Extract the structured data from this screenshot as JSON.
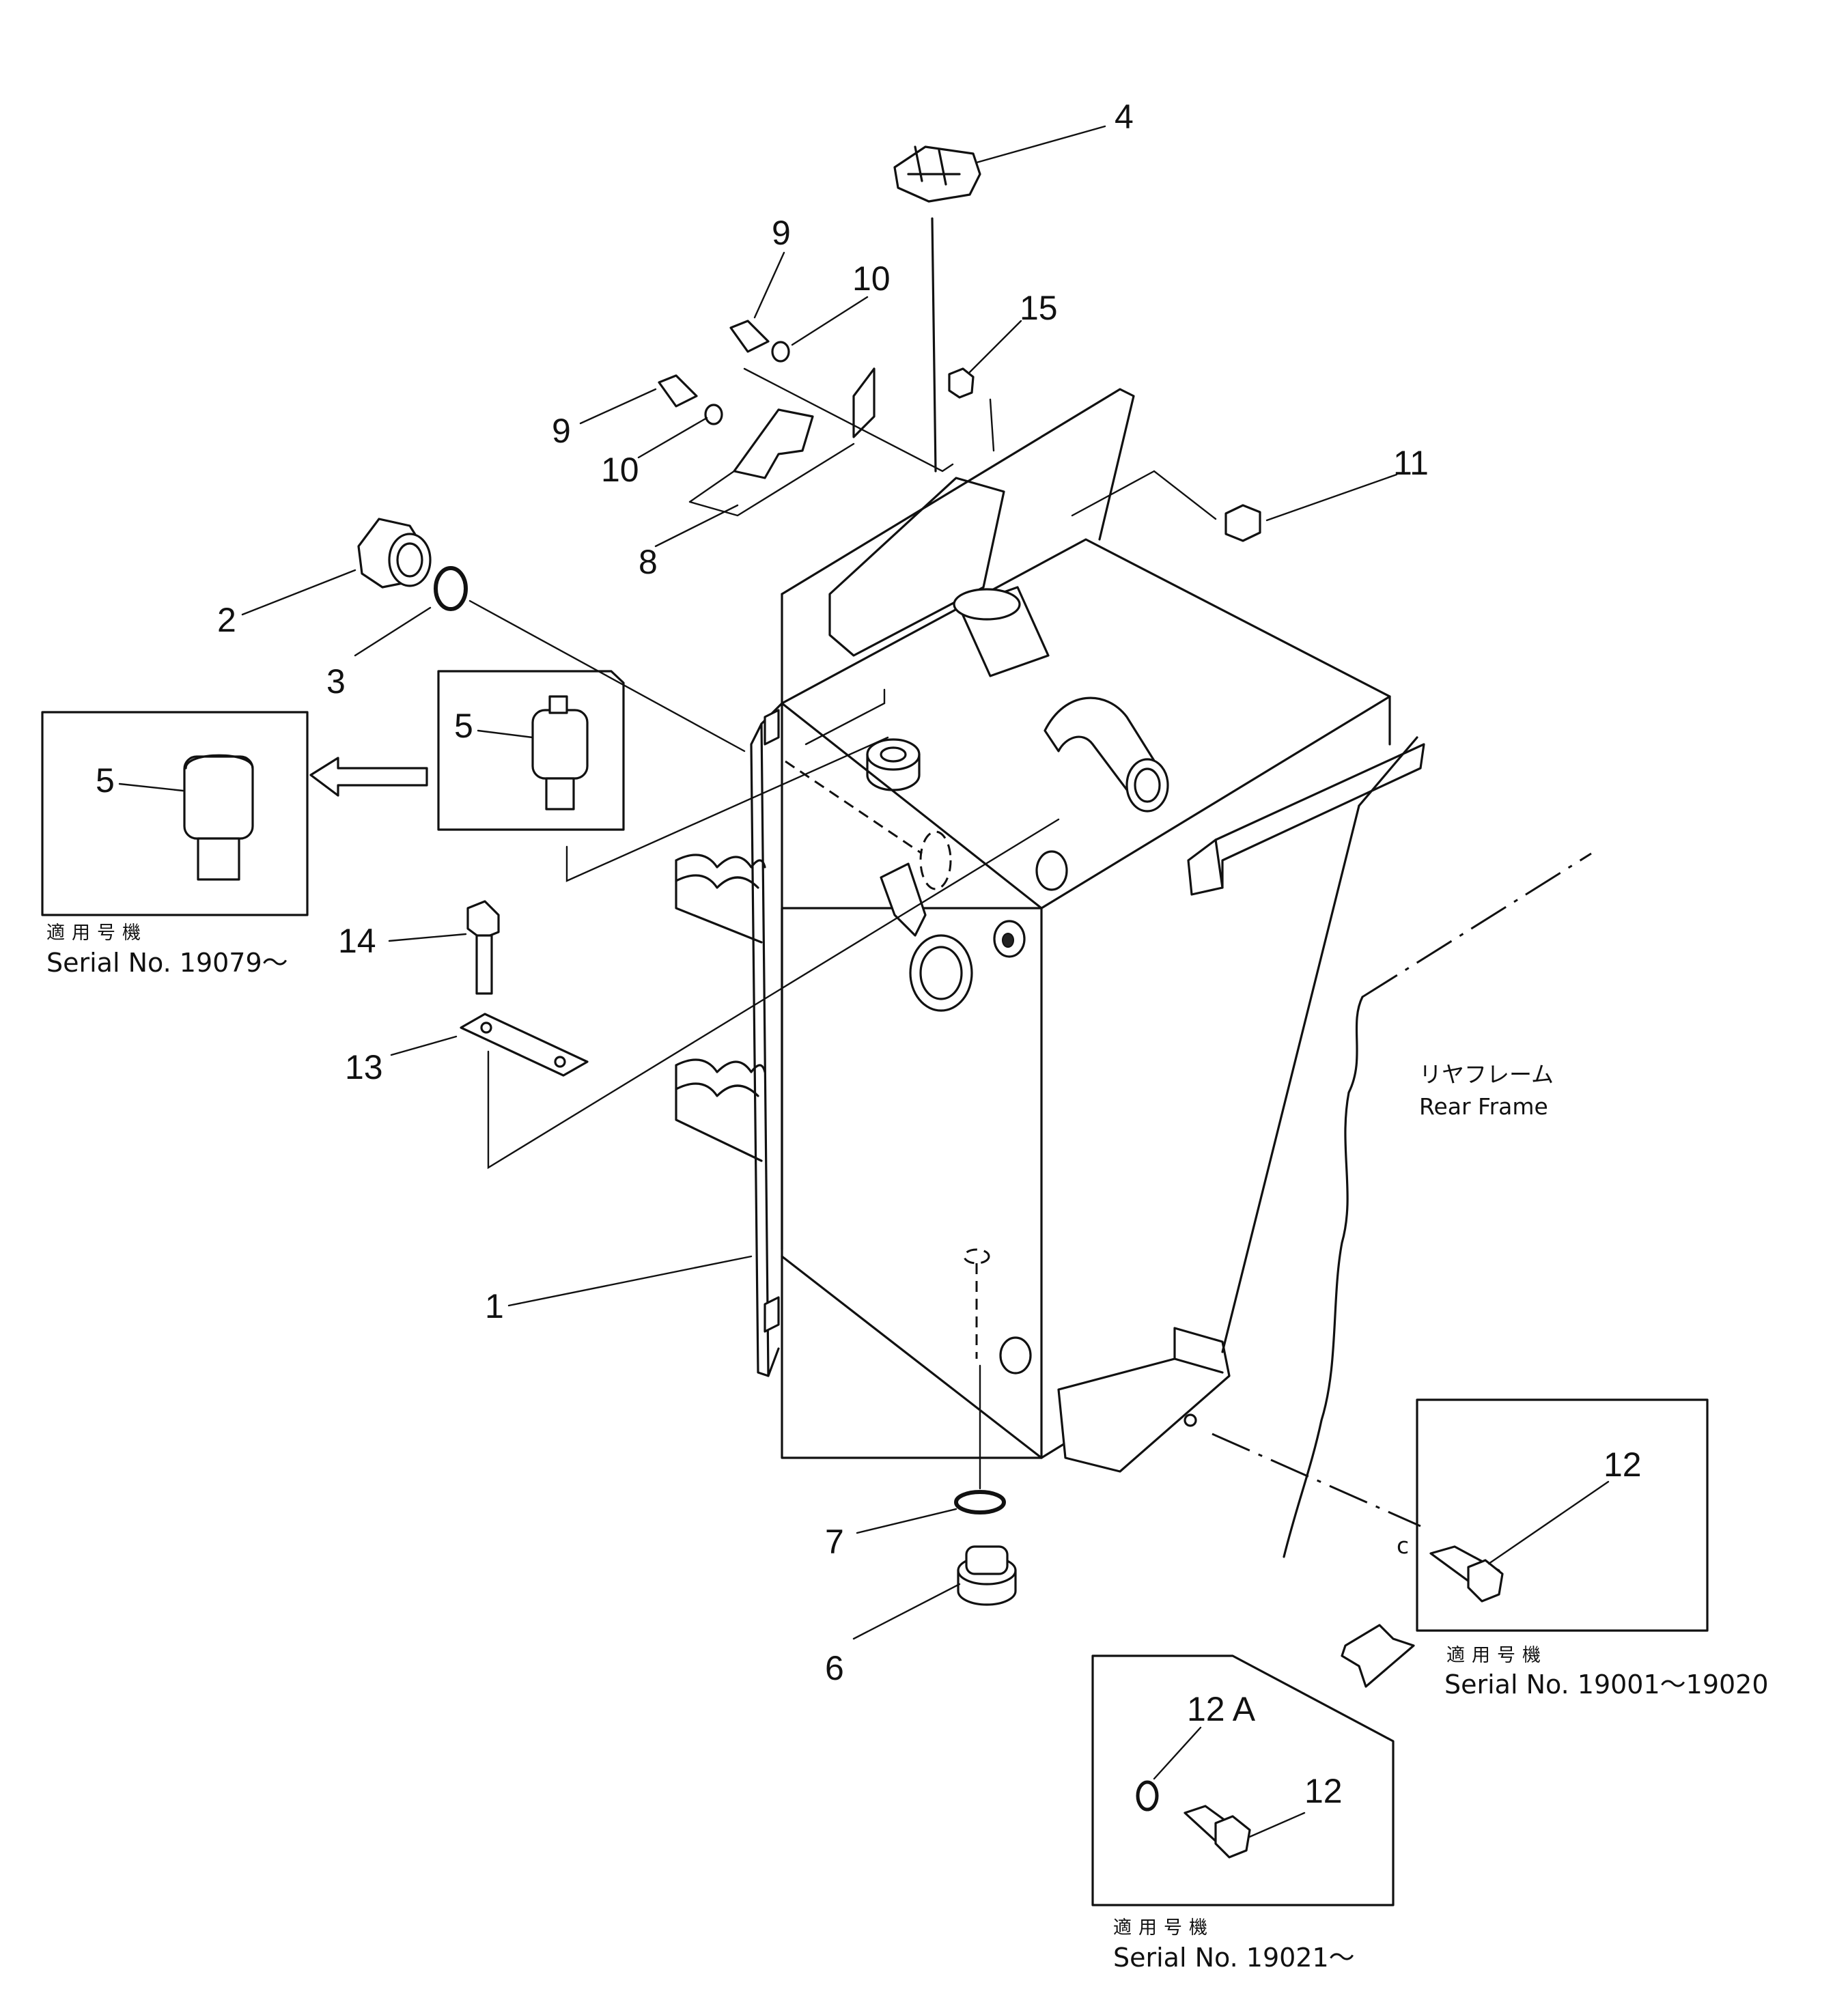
{
  "callouts": {
    "c1": "1",
    "c2": "2",
    "c3": "3",
    "c4": "4",
    "c5_main": "5",
    "c5_inset": "5",
    "c6": "6",
    "c7": "7",
    "c8": "8",
    "c9_top": "9",
    "c9_mid": "9",
    "c10_top": "10",
    "c10_mid": "10",
    "c11": "11",
    "c12_top": "12",
    "c12_bottom": "12",
    "c12a": "12 A",
    "c13": "13",
    "c14": "14",
    "c15": "15",
    "c_mark": "c"
  },
  "labels": {
    "rear_frame_jp": "リヤフレーム",
    "rear_frame_en": "Rear Frame"
  },
  "insets": {
    "left": {
      "applicable_jp": "適用号機",
      "serial": "Serial No. 19079～"
    },
    "right_top": {
      "applicable_jp": "適用号機",
      "serial": "Serial No. 19001～19020"
    },
    "right_bottom": {
      "applicable_jp": "適用号機",
      "serial": "Serial No. 19021～"
    }
  }
}
